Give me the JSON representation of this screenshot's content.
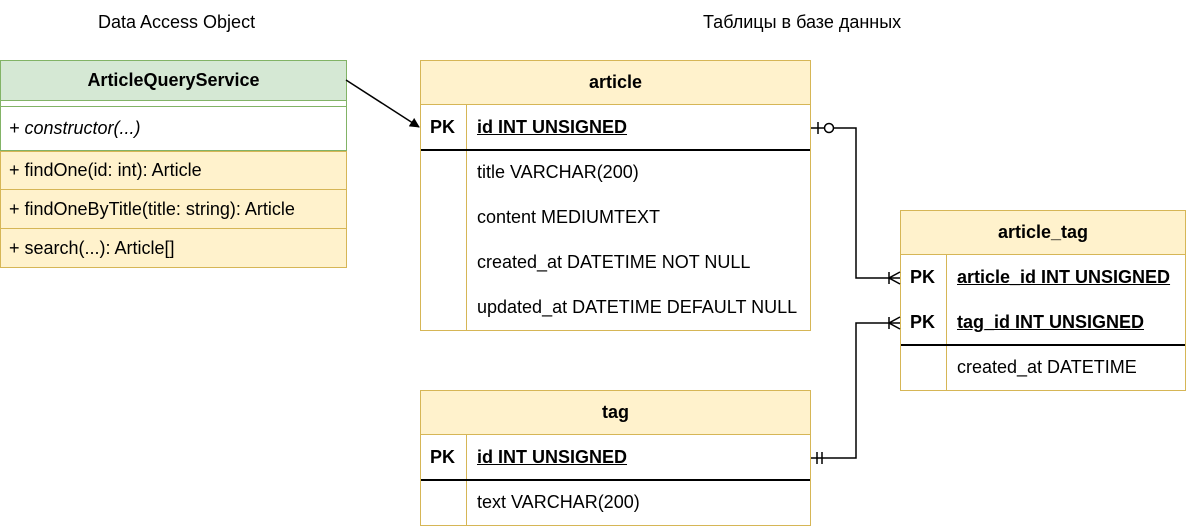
{
  "labels": {
    "dao": "Data Access Object",
    "tables": "Таблицы в базе данных"
  },
  "service": {
    "name": "ArticleQueryService",
    "methods": [
      "+ constructor(...)",
      "+ findOne(id: int): Article",
      "+ findOneByTitle(title: string): Article",
      "+ search(...): Article[]"
    ]
  },
  "tables": {
    "article": {
      "name": "article",
      "pk_label": "PK",
      "pk_column": "id INT UNSIGNED",
      "columns": [
        "title VARCHAR(200)",
        "content MEDIUMTEXT",
        "created_at DATETIME NOT NULL",
        "updated_at DATETIME DEFAULT NULL"
      ]
    },
    "article_tag": {
      "name": "article_tag",
      "pk_label": "PK",
      "pk_columns": [
        "article_id INT UNSIGNED",
        "tag_id INT UNSIGNED"
      ],
      "columns": [
        "created_at DATETIME"
      ]
    },
    "tag": {
      "name": "tag",
      "pk_label": "PK",
      "pk_column": "id INT UNSIGNED",
      "columns": [
        "text VARCHAR(200)"
      ]
    }
  },
  "colors": {
    "class_header": "#d5e8d4",
    "class_border": "#82b366",
    "table_fill": "#fff2cc",
    "table_border": "#d6b656"
  }
}
